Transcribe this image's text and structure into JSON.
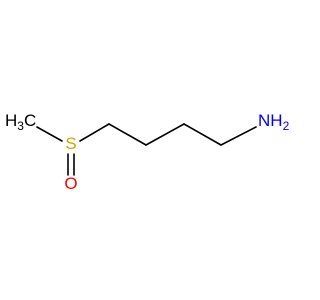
{
  "molecule": {
    "atoms": {
      "methyl": {
        "symbol": "H",
        "subscript": "3",
        "suffix": "C",
        "color": "#000000"
      },
      "sulfur": {
        "symbol": "S",
        "color": "#c8a500"
      },
      "oxygen": {
        "symbol": "O",
        "color": "#ff0000"
      },
      "amine": {
        "symbol": "NH",
        "subscript": "2",
        "color": "#0000ff"
      }
    }
  }
}
